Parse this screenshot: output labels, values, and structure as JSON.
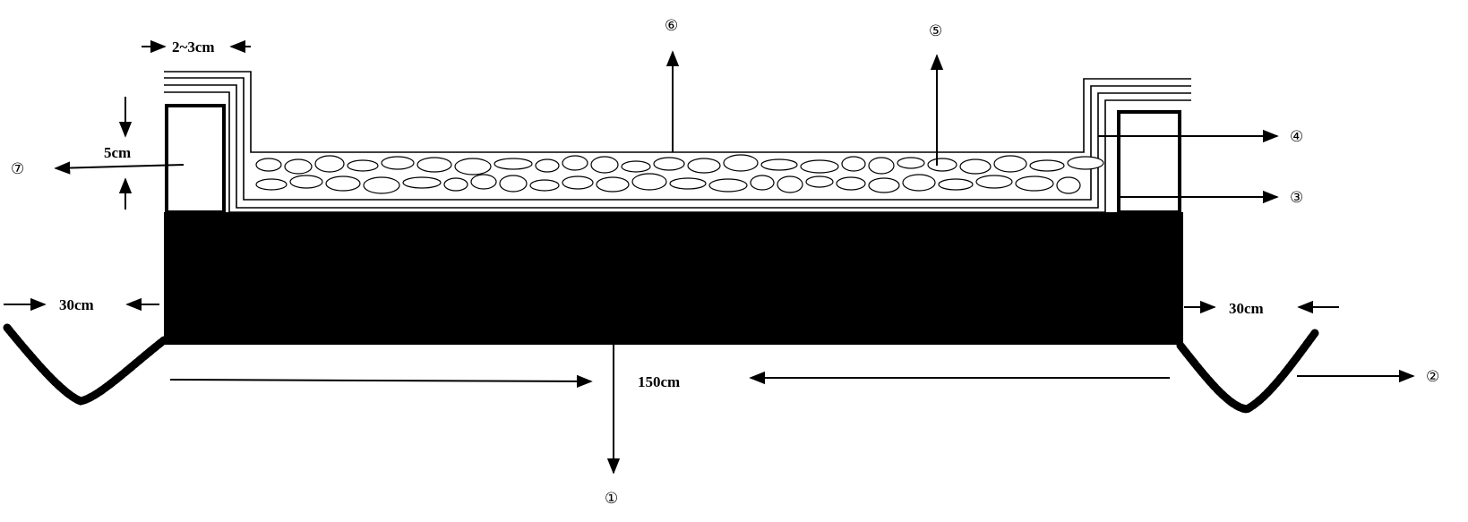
{
  "labels": {
    "width_main": "150cm",
    "side_left": "30cm",
    "side_right": "30cm",
    "height_small": "5cm",
    "gap": "2~3cm",
    "marker_1": "①",
    "marker_2": "②",
    "marker_3": "③",
    "marker_4": "④",
    "marker_5": "⑤",
    "marker_6": "⑥",
    "marker_7": "⑦"
  },
  "colors": {
    "ink": "#000000",
    "background": "#ffffff"
  }
}
